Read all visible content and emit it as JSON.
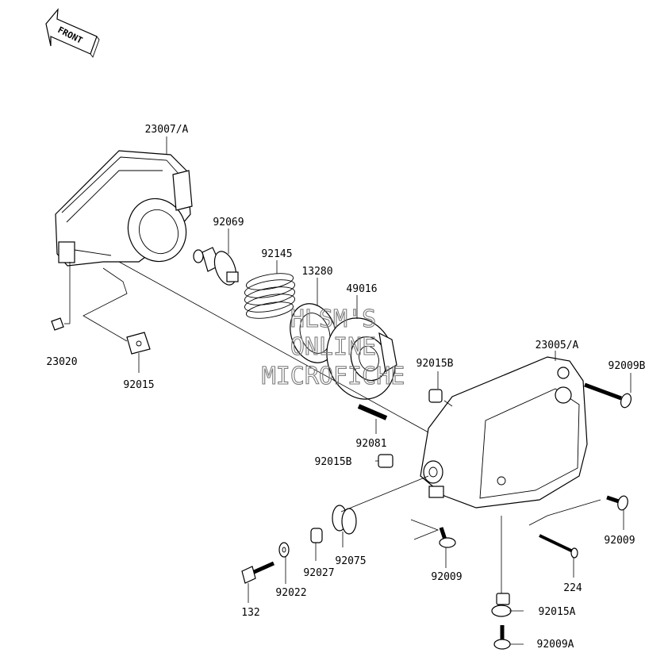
{
  "direction_arrow": {
    "label": "FRONT"
  },
  "watermark": {
    "lines": [
      "HLSM'S",
      "ONLINE",
      "MICROFICHE"
    ]
  },
  "parts": {
    "headlight_housing": "23007/A",
    "socket_clip": "23020",
    "clip_nut": "92015",
    "bulb": "92069",
    "spring": "92145",
    "bulb_holder": "13280",
    "socket_cover": "49016",
    "cover_assembly": "23005/A",
    "bolt_b_right": "92009B",
    "nut_b_upper": "92015B",
    "stud": "92081",
    "nut_b_lower": "92015B",
    "grommet": "92075",
    "collar": "92027",
    "washer": "92022",
    "bolt_132": "132",
    "bolt_bottom": "92009",
    "bolt_right": "92009",
    "screw_224": "224",
    "nut_a": "92015A",
    "bolt_a": "92009A"
  }
}
